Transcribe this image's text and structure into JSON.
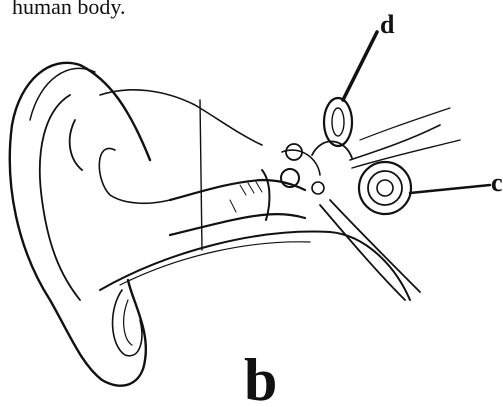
{
  "caption": "human body.",
  "labels": {
    "d": "d",
    "c": "c",
    "b": "b"
  },
  "colors": {
    "ink": "#111111",
    "paper": "#ffffff"
  }
}
